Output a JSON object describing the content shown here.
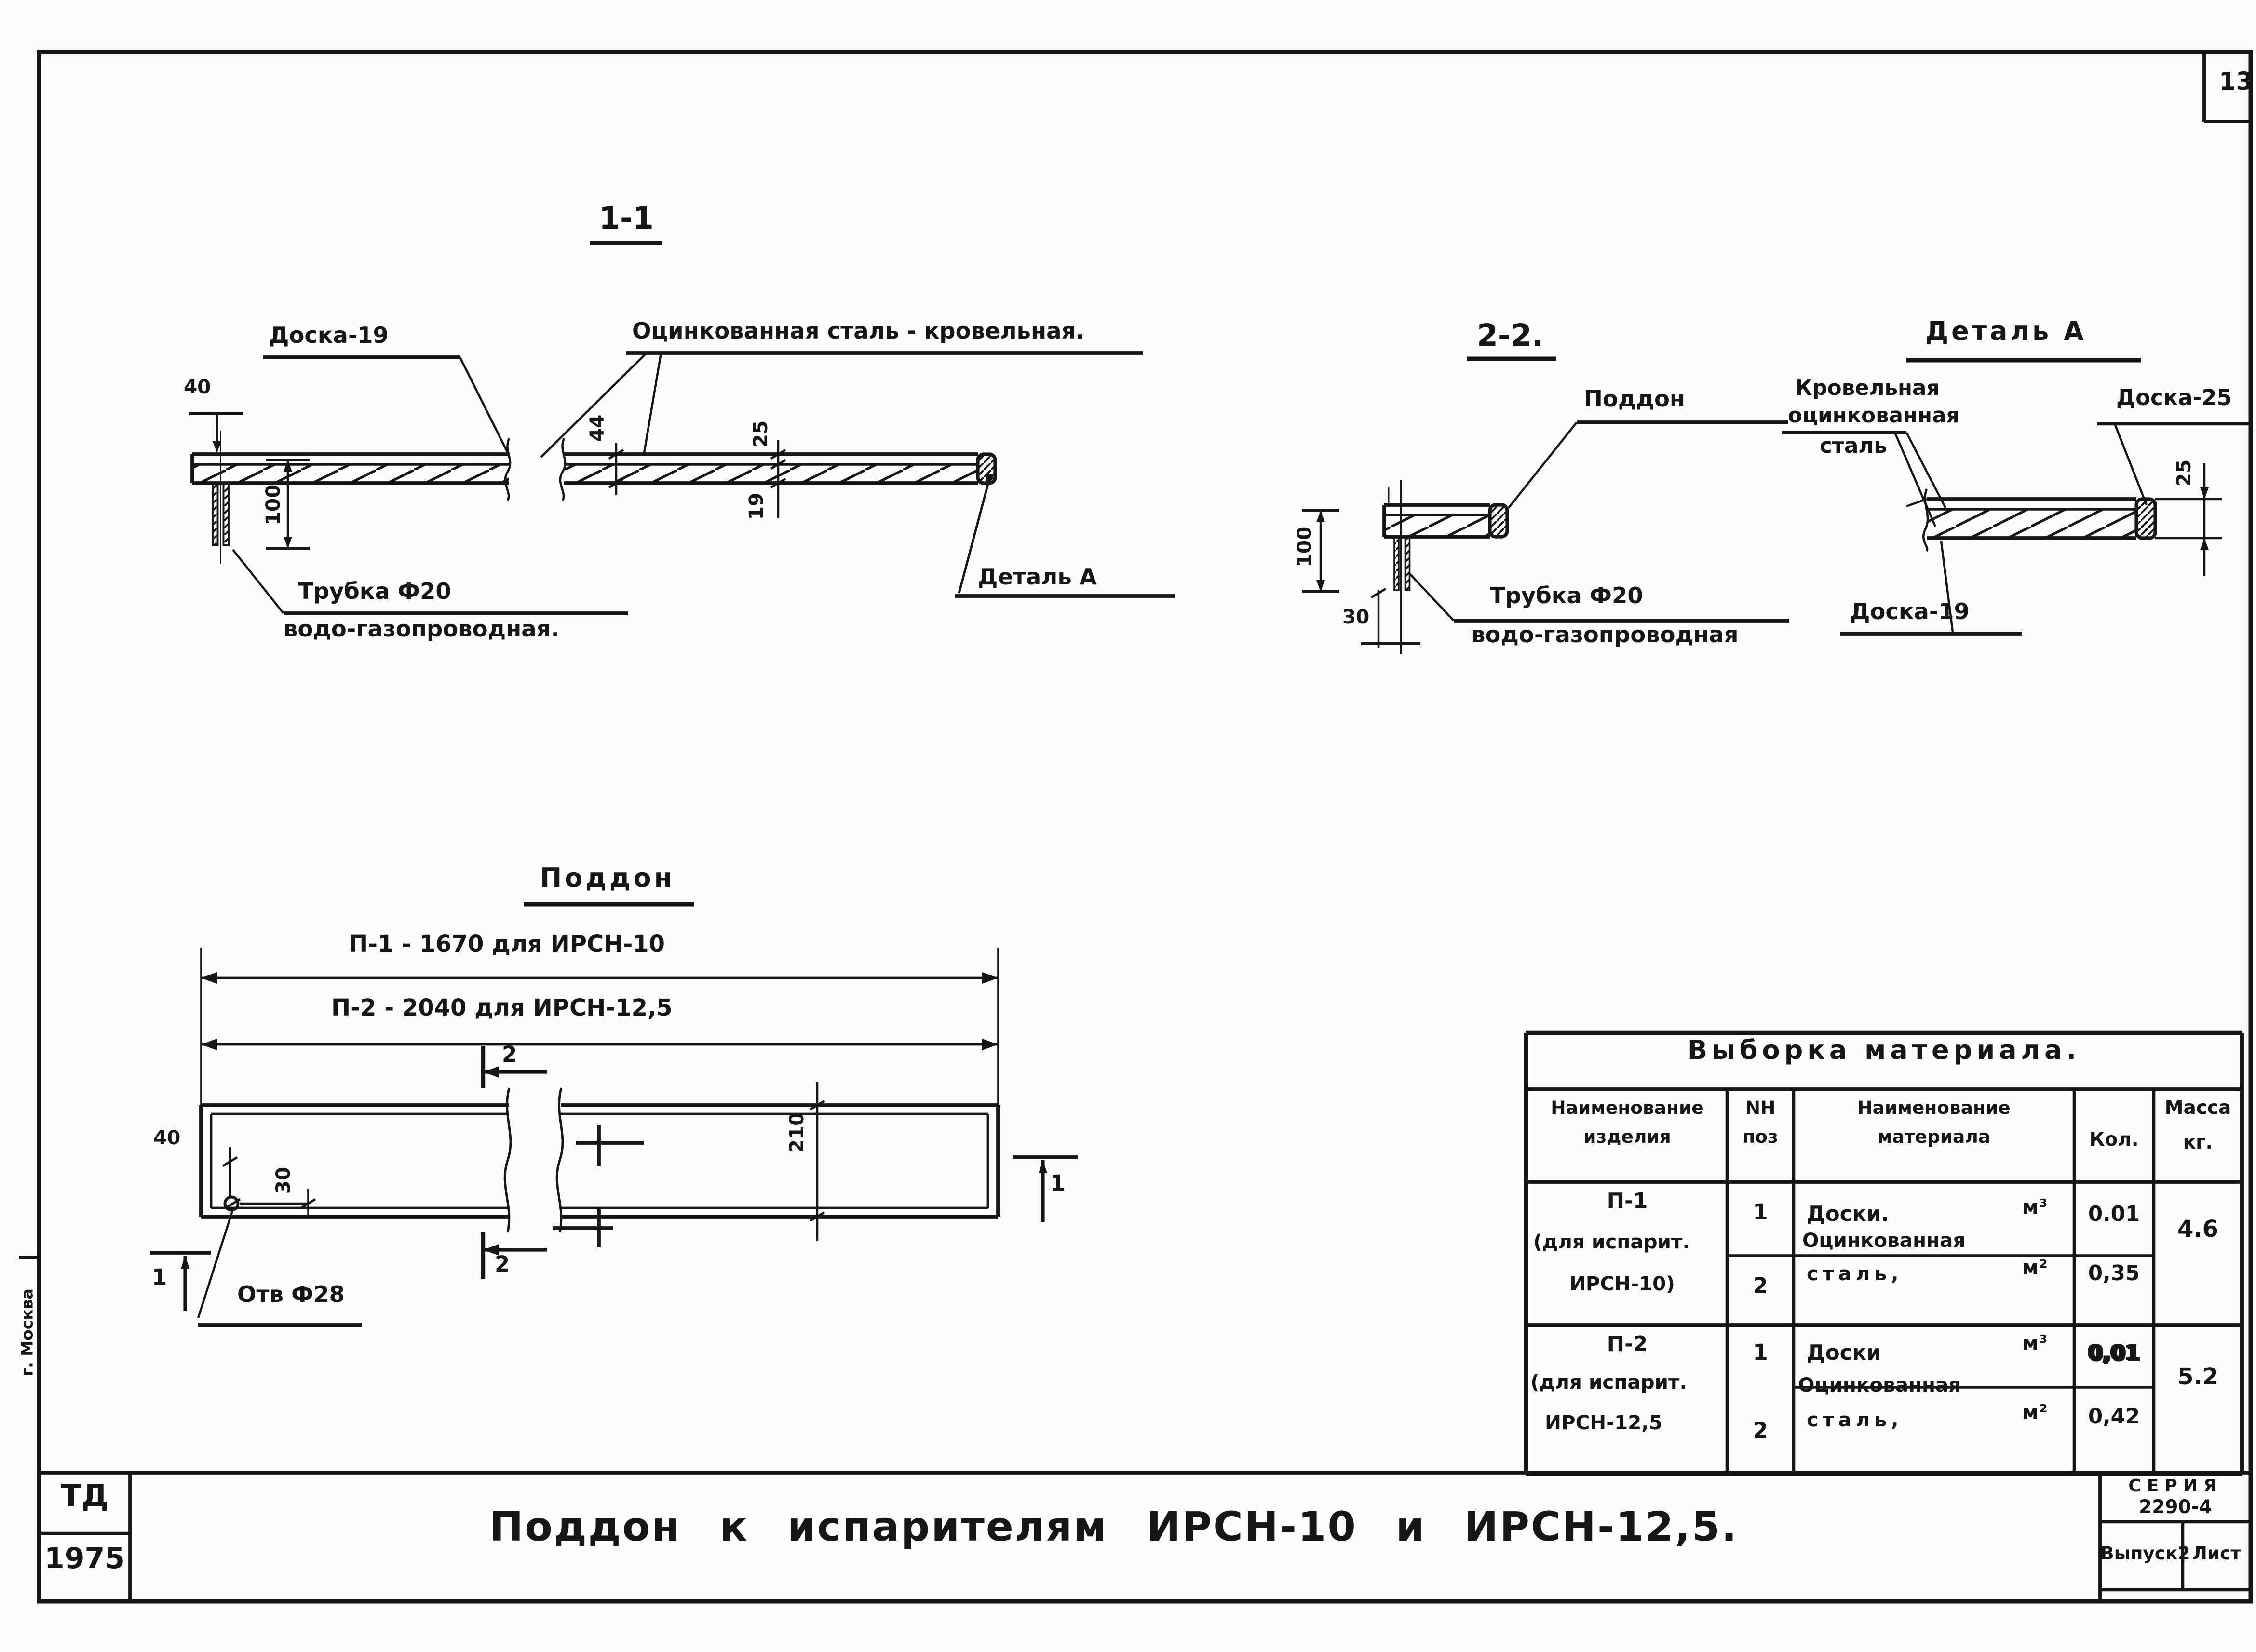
{
  "page": {
    "sheet_number": "13",
    "city": "г. Москва"
  },
  "section11": {
    "title": "1-1",
    "label_doska19": "Доска-19",
    "label_steel": "Оцинкованная сталь - кровельная.",
    "label_detail": "Деталь А",
    "label_tube": "Трубка Ф20",
    "label_tube2": "водо-газопроводная.",
    "dim40": "40",
    "dim100": "100",
    "dim44": "44",
    "dim25": "25",
    "dim19": "19"
  },
  "section22": {
    "title": "2-2.",
    "label_pallet": "Поддон",
    "label_tube": "Трубка Ф20",
    "label_tube2": "водо-газопроводная",
    "dim100": "100",
    "dim30": "30"
  },
  "detailA": {
    "title": "Деталь А",
    "label_steel1": "Кровельная",
    "label_steel2": "оцинкованная",
    "label_steel3": "сталь",
    "label_doska25": "Доска-25",
    "label_doska19": "Доска-19",
    "dim25": "25"
  },
  "plan": {
    "title": "Поддон",
    "dim_p1": "П-1 - 1670 для ИРСН-10",
    "dim_p2": "П-2 - 2040 для ИРСН-12,5",
    "dim40": "40",
    "dim30": "30",
    "dim210": "210",
    "hole_label": "Отв Ф28",
    "marker1": "1",
    "marker2": "2"
  },
  "table": {
    "title": "Выборка материала.",
    "col_item_l1": "Наименование",
    "col_item_l2": "изделия",
    "col_poz_l1": "NН",
    "col_poz_l2": "поз",
    "col_mat_l1": "Наименование",
    "col_mat_l2": "материала",
    "col_qty": "Кол.",
    "col_mass_l1": "Масса",
    "col_mass_l2": "кг.",
    "p1": {
      "name": "П-1",
      "name2": "(для испарит.",
      "name3": "ИРСН-10)",
      "mass": "4.6",
      "r1": {
        "poz": "1",
        "mat": "Доски.",
        "unit": "м³",
        "qty": "0.01"
      },
      "r2": {
        "poz": "2",
        "mat1": "Оцинкованная",
        "mat2": "сталь,",
        "unit": "м²",
        "qty": "0,35"
      }
    },
    "p2": {
      "name": "П-2",
      "name2": "(для испарит.",
      "name3": "ИРСН-12,5",
      "mass": "5.2",
      "r1": {
        "poz": "1",
        "mat": "Доски",
        "unit": "м³",
        "qty": "0,01"
      },
      "r2": {
        "poz": "2",
        "mat1": "Оцинкованная",
        "mat2": "сталь,",
        "unit": "м²",
        "qty": "0,42"
      }
    }
  },
  "titleblock": {
    "title": "Поддон  к  испарителям  ИРСН-10 и ИРСН-12,5.",
    "org": "ТД",
    "year": "1975",
    "series_label": "СЕРИЯ",
    "series_number": "2290-4",
    "issue": "Выпуск2",
    "sheet_word": "Лист"
  }
}
